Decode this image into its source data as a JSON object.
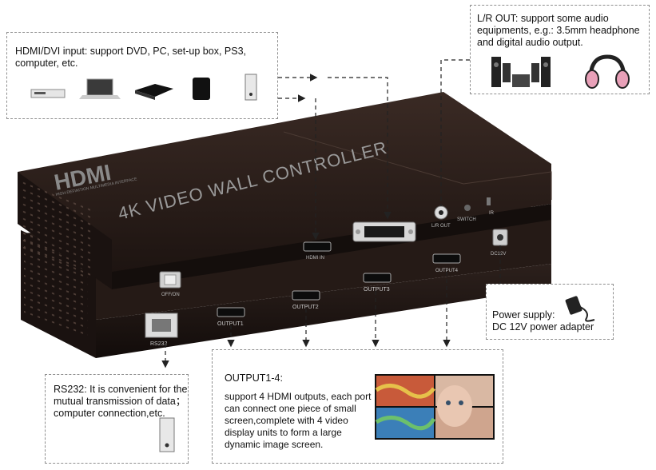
{
  "hdmi_input": {
    "text": "HDMI/DVI input:  support DVD, PC, set-up box, PS3, computer, etc."
  },
  "audio_output": {
    "text": "L/R OUT: support some audio equipments, e.g.: 3.5mm headphone and digital audio output."
  },
  "power_supply": {
    "line1": "Power supply:",
    "line2": "DC 12V power adapter"
  },
  "rs232": {
    "text": "RS232: It is convenient for the mutual transmission of data； computer connection,etc."
  },
  "outputs": {
    "title": "OUTPUT1-4:",
    "text": "support 4 HDMI outputs, each port can connect one piece of small screen,complete with 4 video display units to form a large dynamic image screen."
  },
  "device": {
    "logo": "HDMI",
    "logo_tagline": "HIGH-DEFINITION MULTIMEDIA INTERFACE",
    "title": "4K VIDEO WALL CONTROLLER",
    "ports": {
      "hdmi_in": "HDMI IN",
      "lr_out": "L/R OUT",
      "switch": "SWITCH",
      "ir": "IR",
      "dc12v": "DC12V",
      "onoff": "OFF/ON",
      "rs232": "RS232",
      "output1": "OUTPUT1",
      "output2": "OUTPUT2",
      "output3": "OUTPUT3",
      "output4": "OUTPUT4"
    }
  },
  "colors": {
    "device_body": "#2a1d19",
    "callout_border": "#8f8f8f",
    "arrow": "#222222"
  }
}
